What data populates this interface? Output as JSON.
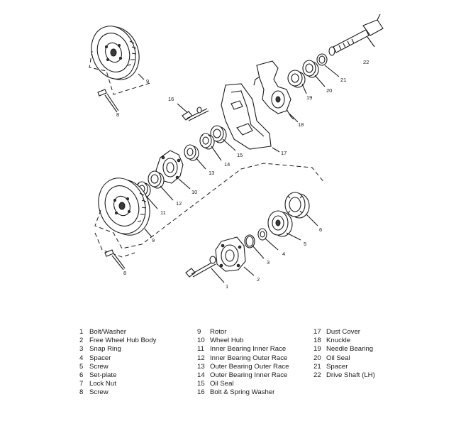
{
  "callouts": {
    "c1": "1",
    "c2": "2",
    "c3": "3",
    "c4": "4",
    "c5": "5",
    "c6": "6",
    "c8a": "8",
    "c8b": "8",
    "c9a": "9",
    "c9b": "9",
    "c10": "10",
    "c11": "11",
    "c12": "12",
    "c13": "13",
    "c14": "14",
    "c15": "15",
    "c16": "16",
    "c17": "17",
    "c18": "18",
    "c19": "19",
    "c20": "20",
    "c21": "21",
    "c22": "22"
  },
  "legend": {
    "col1": [
      {
        "num": "1",
        "label": "Bolt/Washer"
      },
      {
        "num": "2",
        "label": "Free Wheel Hub Body"
      },
      {
        "num": "3",
        "label": "Snap Ring"
      },
      {
        "num": "4",
        "label": "Spacer"
      },
      {
        "num": "5",
        "label": "Screw"
      },
      {
        "num": "6",
        "label": "Set-plate"
      },
      {
        "num": "7",
        "label": "Lock Nut"
      },
      {
        "num": "8",
        "label": "Screw"
      }
    ],
    "col2": [
      {
        "num": "9",
        "label": "Rotor"
      },
      {
        "num": "10",
        "label": "Wheel Hub"
      },
      {
        "num": "11",
        "label": "Inner Bearing Inner Race"
      },
      {
        "num": "12",
        "label": "Inner Bearing Outer Race"
      },
      {
        "num": "13",
        "label": "Outer Bearing Outer Race"
      },
      {
        "num": "14",
        "label": "Outer Bearing Inner Race"
      },
      {
        "num": "15",
        "label": "Oil Seal"
      },
      {
        "num": "16",
        "label": "Bolt & Spring Washer"
      }
    ],
    "col3": [
      {
        "num": "17",
        "label": "Dust Cover"
      },
      {
        "num": "18",
        "label": "Knuckle"
      },
      {
        "num": "19",
        "label": "Needle Bearing"
      },
      {
        "num": "20",
        "label": "Oil Seal"
      },
      {
        "num": "21",
        "label": "Spacer"
      },
      {
        "num": "22",
        "label": "Drive Shaft (LH)"
      }
    ]
  }
}
